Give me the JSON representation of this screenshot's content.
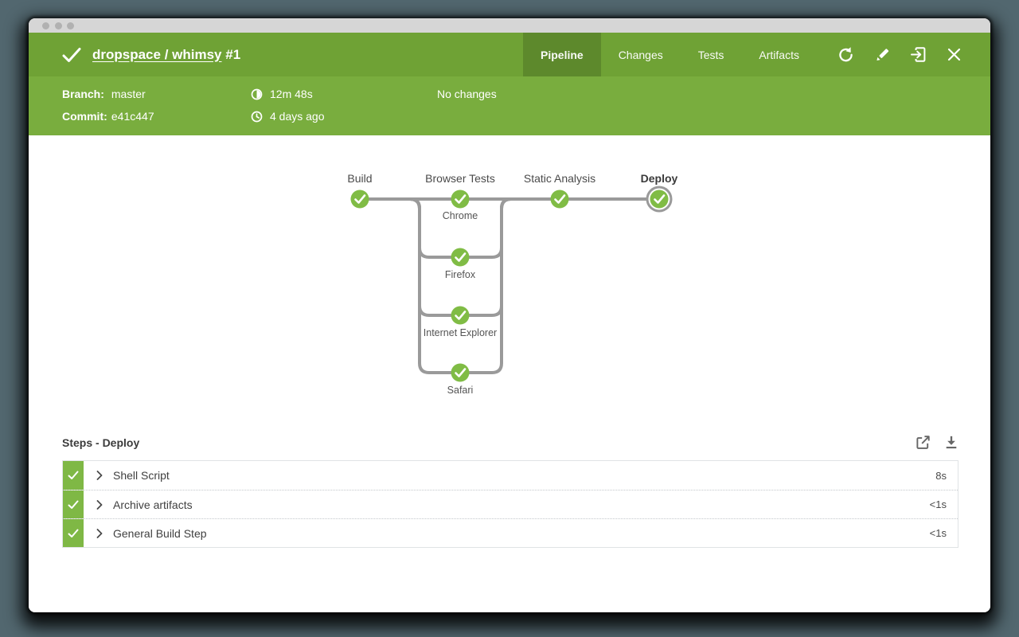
{
  "header": {
    "title_link": "dropspace / whimsy",
    "run_number": "#1",
    "tabs": [
      {
        "label": "Pipeline",
        "active": true
      },
      {
        "label": "Changes",
        "active": false
      },
      {
        "label": "Tests",
        "active": false
      },
      {
        "label": "Artifacts",
        "active": false
      }
    ]
  },
  "info_bar": {
    "branch_label": "Branch:",
    "branch_value": "master",
    "commit_label": "Commit:",
    "commit_value": "e41c447",
    "duration": "12m 48s",
    "finished": "4 days ago",
    "changes": "No changes"
  },
  "pipeline": {
    "status": "success",
    "selected_stage": "Deploy",
    "stages": [
      "Build",
      "Browser Tests",
      "Static Analysis",
      "Deploy"
    ],
    "branches": [
      "Chrome",
      "Firefox",
      "Internet Explorer",
      "Safari"
    ]
  },
  "steps": {
    "title": "Steps - Deploy",
    "rows": [
      {
        "name": "Shell Script",
        "duration": "8s",
        "status": "success"
      },
      {
        "name": "Archive artifacts",
        "duration": "<1s",
        "status": "success"
      },
      {
        "name": "General Build Step",
        "duration": "<1s",
        "status": "success"
      }
    ]
  },
  "colors": {
    "header_green": "#6fa235",
    "active_tab_green": "#5d892c",
    "info_bar_green": "#79ad3e",
    "node_success_green": "#80bc45",
    "edge_gray": "#9a9a9a",
    "backdrop_slate": "#52676f"
  }
}
